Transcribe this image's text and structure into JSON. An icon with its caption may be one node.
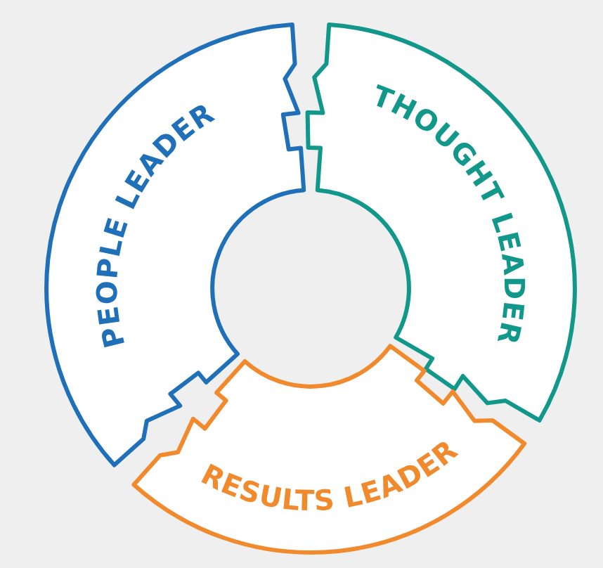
{
  "diagram": {
    "nodes": [
      {
        "text": [
          "PEOPLE LEADER"
        ]
      },
      {
        "text": [
          "THOUGHT LEADER"
        ]
      },
      {
        "text": [
          "RESULTS LEADER"
        ]
      }
    ]
  }
}
